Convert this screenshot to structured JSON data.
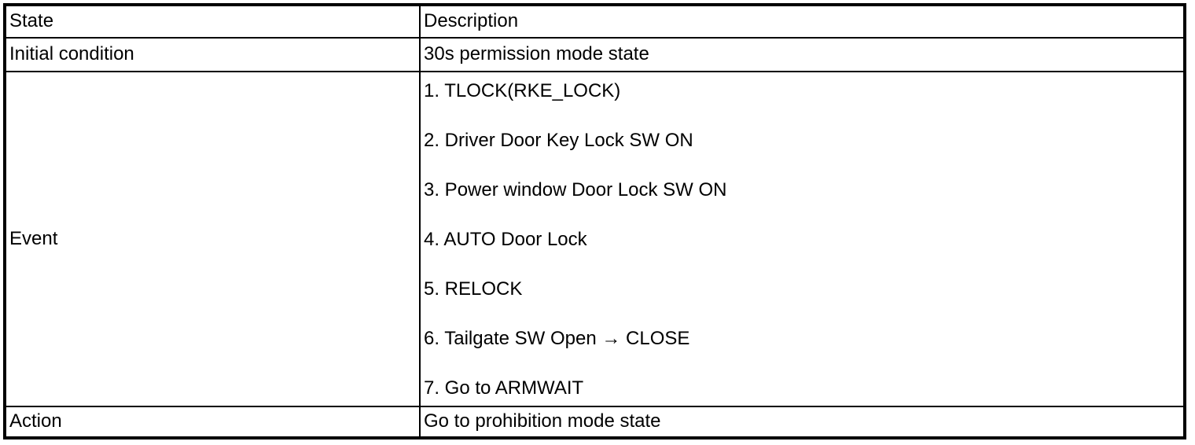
{
  "page": {
    "background": "#ffffff"
  },
  "table": {
    "colors": {
      "border": "#000000",
      "text": "#000000",
      "background": "#ffffff"
    },
    "header": {
      "state": "State",
      "description": "Description"
    },
    "rows": {
      "initial": {
        "label": "Initial condition",
        "description": "30s permission mode state"
      },
      "event": {
        "label": "Event",
        "items": [
          "1. TLOCK(RKE_LOCK)",
          "2. Driver Door Key Lock SW ON",
          "3. Power window Door Lock SW ON",
          "4. AUTO Door Lock",
          "5. RELOCK",
          "6. Tailgate SW Open → CLOSE",
          "7. Go to ARMWAIT"
        ]
      },
      "action": {
        "label": "Action",
        "description": "Go to prohibition mode state"
      }
    }
  }
}
